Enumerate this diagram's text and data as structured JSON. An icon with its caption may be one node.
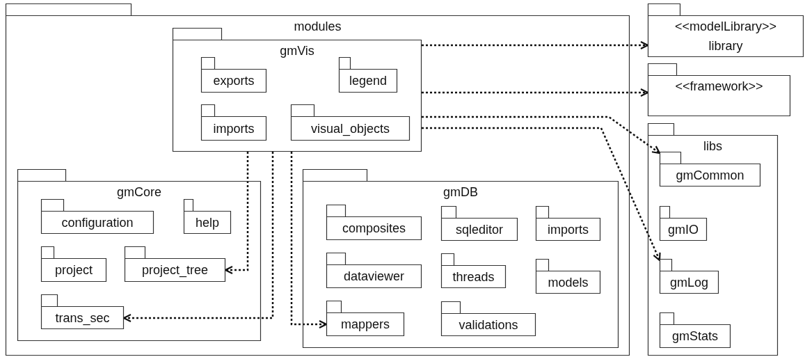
{
  "diagram": {
    "nodes": [
      {
        "text": [
          "modules"
        ]
      },
      {
        "text": [
          "gmVis"
        ],
        "in": 0
      },
      {
        "text": [
          "exports"
        ],
        "in": 1
      },
      {
        "text": [
          "legend"
        ],
        "in": 1
      },
      {
        "text": [
          "imports"
        ],
        "in": 1
      },
      {
        "text": [
          "visual_objects"
        ],
        "in": 1
      },
      {
        "text": [
          "gmCore"
        ],
        "in": 0
      },
      {
        "text": [
          "configuration"
        ],
        "in": 6
      },
      {
        "text": [
          "help"
        ],
        "in": 6
      },
      {
        "text": [
          "project"
        ],
        "in": 6
      },
      {
        "text": [
          "project_tree"
        ],
        "in": 6
      },
      {
        "text": [
          "trans_sec"
        ],
        "in": 6
      },
      {
        "text": [
          "gmDB"
        ],
        "in": 0
      },
      {
        "text": [
          "composites"
        ],
        "in": 12
      },
      {
        "text": [
          "sqleditor"
        ],
        "in": 12
      },
      {
        "text": [
          "imports"
        ],
        "in": 12
      },
      {
        "text": [
          "dataviewer"
        ],
        "in": 12
      },
      {
        "text": [
          "threads"
        ],
        "in": 12
      },
      {
        "text": [
          "models"
        ],
        "in": 12
      },
      {
        "text": [
          "mappers"
        ],
        "in": 12
      },
      {
        "text": [
          "validations"
        ],
        "in": 12
      },
      {
        "text": [
          "<<modelLibrary>>",
          "library"
        ]
      },
      {
        "text": [
          "<<framework>>"
        ]
      },
      {
        "text": [
          "libs"
        ]
      },
      {
        "text": [
          "gmCommon"
        ],
        "in": 23
      },
      {
        "text": [
          "gmIO"
        ],
        "in": 23
      },
      {
        "text": [
          "gmLog"
        ],
        "in": 23
      },
      {
        "text": [
          "gmStats"
        ],
        "in": 23
      }
    ],
    "edges": [
      {
        "from": 1,
        "to": 21,
        "arrow": "to",
        "style": "dashed"
      },
      {
        "from": 1,
        "to": 22,
        "arrow": "to",
        "style": "dashed"
      },
      {
        "from": 1,
        "to": 24,
        "arrow": "to",
        "style": "dashed"
      },
      {
        "from": 1,
        "to": 26,
        "arrow": "to",
        "style": "dashed"
      },
      {
        "from": 1,
        "to": 10,
        "arrow": "to",
        "style": "dashed"
      },
      {
        "from": 1,
        "to": 11,
        "arrow": "to",
        "style": "dashed"
      },
      {
        "from": 1,
        "to": 19,
        "arrow": "to",
        "style": "dashed"
      }
    ]
  }
}
